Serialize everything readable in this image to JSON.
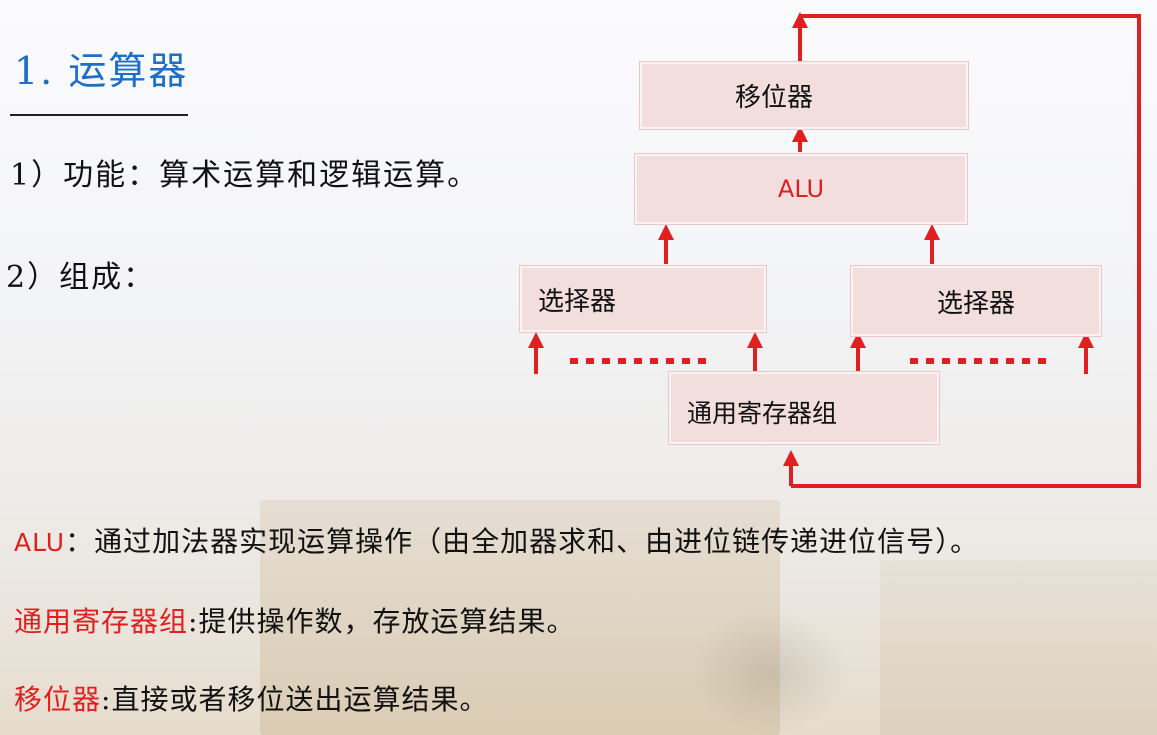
{
  "slide": {
    "title": "1. 运算器",
    "function_line": "1）功能：算术运算和逻辑运算。",
    "composition_line": "2）组成："
  },
  "diagram": {
    "shifter": "移位器",
    "alu": "ALU",
    "selector_left": "选择器",
    "selector_right": "选择器",
    "register_group": "通用寄存器组"
  },
  "notes": [
    {
      "term": "ALU",
      "text": "：通过加法器实现运算操作（由全加器求和、由进位链传递进位信号）。"
    },
    {
      "term": "通用寄存器组",
      "text": ":提供操作数，存放运算结果。"
    },
    {
      "term": "移位器",
      "text": ":直接或者移位送出运算结果。"
    }
  ],
  "colors": {
    "title": "#1f6fc4",
    "accent": "#e02020",
    "box_fill": "#f3dede"
  }
}
